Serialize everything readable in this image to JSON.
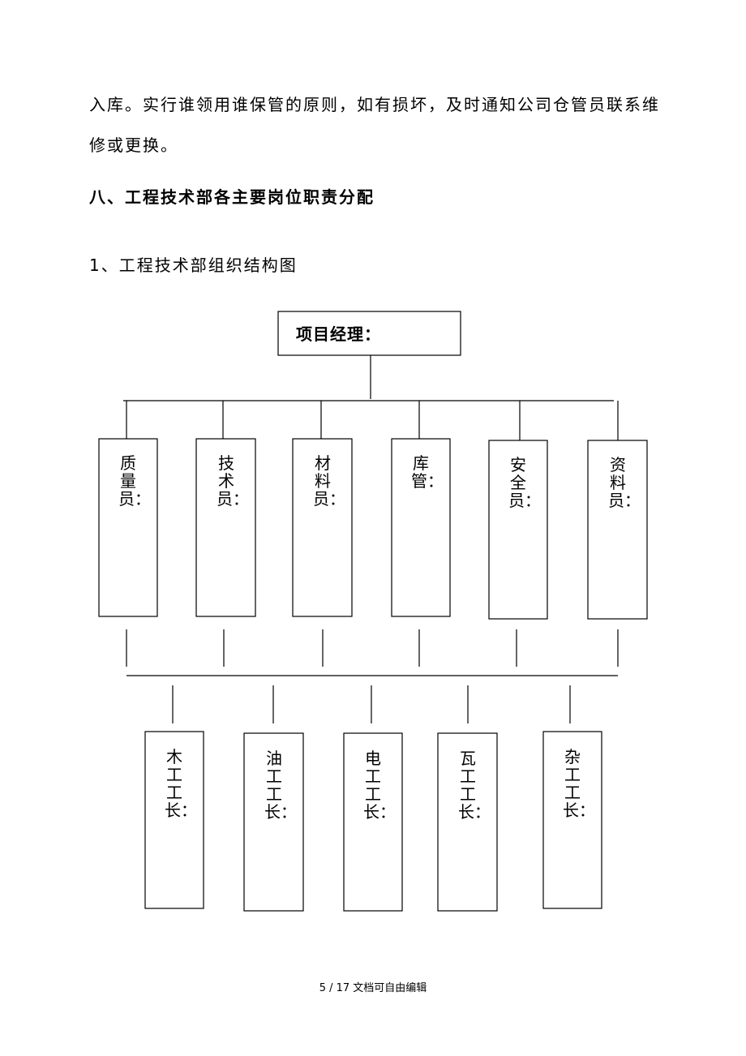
{
  "paragraph": {
    "line1": "入库。实行谁领用谁保管的原则，如有损坏，及时通知公司仓管员联系维",
    "line2": "修或更换。"
  },
  "section_heading": "八、工程技术部各主要岗位职责分配",
  "subsection_heading": "1、工程技术部组织结构图",
  "org_chart": {
    "manager": "项目经理：",
    "staff": [
      "质量员：",
      "技术员：",
      "材料员：",
      "库 管：",
      "安全员：",
      "资料员："
    ],
    "foremen": [
      "木工工长：",
      "油工工长：",
      "电工工长：",
      "瓦工工长：",
      "杂工工长："
    ]
  },
  "footer": "5 / 17 文档可自由编辑"
}
